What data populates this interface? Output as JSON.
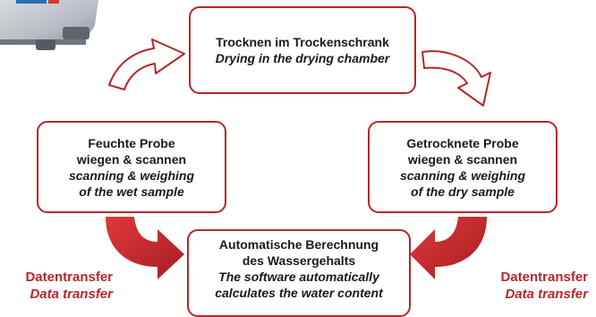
{
  "steps": {
    "drying": {
      "de": "Trocknen im Trockenschrank",
      "en": "Drying in the drying chamber"
    },
    "wet": {
      "de": [
        "Feuchte Probe",
        "wiegen & scannen"
      ],
      "en": [
        "scanning & weighing",
        "of the wet sample"
      ]
    },
    "dry": {
      "de": [
        "Getrocknete Probe",
        "wiegen & scannen"
      ],
      "en": [
        "scanning & weighing",
        "of the dry sample"
      ]
    },
    "calc": {
      "de": [
        "Automatische Berechnung",
        "des Wassergehalts"
      ],
      "en": [
        "The software automatically",
        "calculates the water content"
      ]
    }
  },
  "transfer_left": {
    "de": "Datentransfer",
    "en": "Data transfer"
  },
  "transfer_right": {
    "de": "Datentransfer",
    "en": "Data transfer"
  },
  "colors": {
    "accent": "#b7262b",
    "arrow_fill": "#c8242a"
  }
}
